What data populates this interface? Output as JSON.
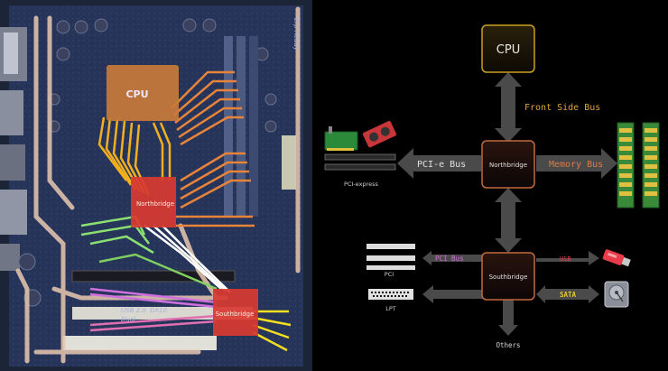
{
  "board": {
    "cpu_label": "CPU",
    "northbridge_label": "Northbridge",
    "southbridge_label": "Southbridge",
    "silkscreen_1": "USB 2.0",
    "silkscreen_2": "DX10",
    "silkscreen_3": "Dual",
    "silkscreen_4": "Erp Ready"
  },
  "diagram": {
    "cpu": "CPU",
    "northbridge": "Northbridge",
    "southbridge": "Southbridge",
    "front_side_bus": "Front Side Bus",
    "pcie_bus": "PCI-e Bus",
    "memory_bus": "Memory Bus",
    "pci_bus": "PCI Bus",
    "usb": "USB",
    "sata": "SATA",
    "pci_express_label": "PCI-express",
    "pci_label": "PCI",
    "lpt_label": "LPT",
    "others": "Others"
  },
  "colors": {
    "background": "#000000",
    "cpu_box_border": "#c8a020",
    "cpu_box_fill": "#1a1608",
    "bridge_border": "#c06a40",
    "bridge_fill": "#140a08",
    "arrow_gray": "#4a4a4a",
    "front_side_bus_text": "#e2a53a",
    "memory_bus_text": "#e07a45",
    "pci_bus_text": "#d070d8",
    "usb_text": "#e04040",
    "sata_text": "#e8c830",
    "board_cpu": "#c87a3a",
    "board_northbridge": "#d83a30",
    "board_southbridge": "#d83a30"
  }
}
